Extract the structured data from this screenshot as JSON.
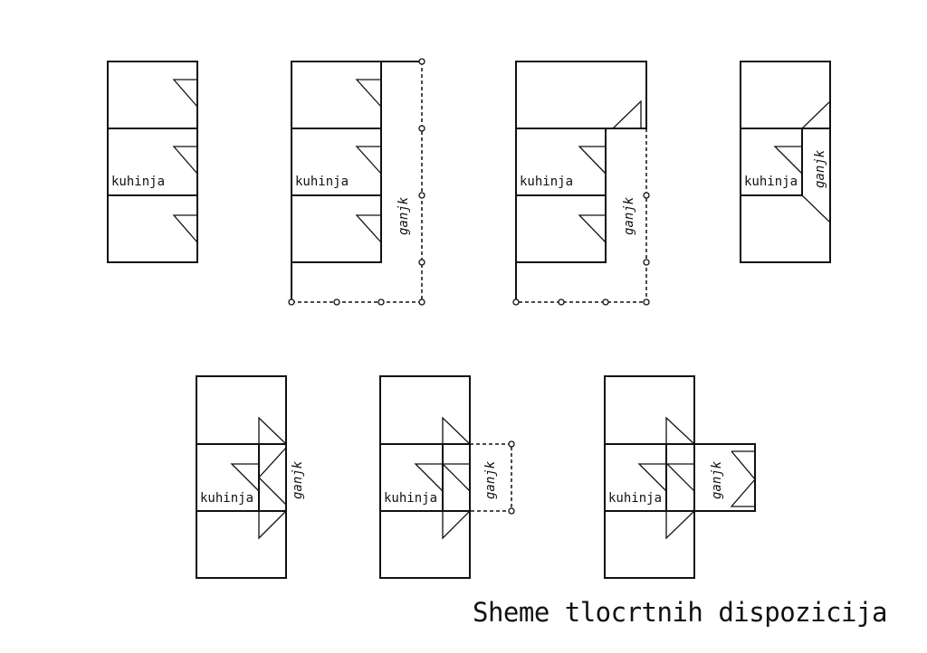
{
  "caption": "Sheme tlocrtnih dispozicija",
  "labels": {
    "kitchen": "kuhinja",
    "hallway": "ganjk"
  }
}
